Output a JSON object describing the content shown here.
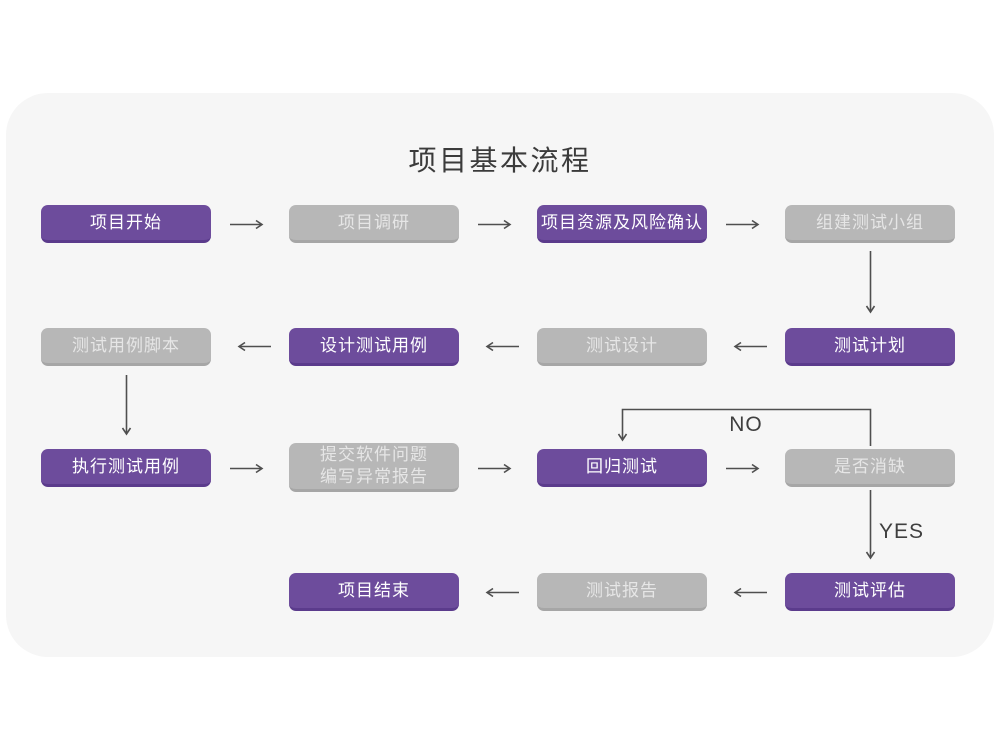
{
  "title": "项目基本流程",
  "colors": {
    "page_bg": "#ffffff",
    "card_bg": "#f6f6f6",
    "purple": "#6d4c9c",
    "purple_edge": "#5b3b8c",
    "purple_text": "#ffffff",
    "gray": "#b7b7b7",
    "gray_edge": "#a6a6a6",
    "gray_text": "#e6e6e6",
    "arrow": "#4f4f4f",
    "title_text": "#3b3b3b",
    "label_text": "#3f3f3f"
  },
  "nodes": [
    {
      "id": "project-start",
      "label": "项目开始",
      "variant": "purple"
    },
    {
      "id": "project-research",
      "label": "项目调研",
      "variant": "gray"
    },
    {
      "id": "resource-risk-confirm",
      "label": "项目资源及风险确认",
      "variant": "purple"
    },
    {
      "id": "build-test-team",
      "label": "组建测试小组",
      "variant": "gray"
    },
    {
      "id": "test-case-script",
      "label": "测试用例脚本",
      "variant": "gray"
    },
    {
      "id": "design-test-case",
      "label": "设计测试用例",
      "variant": "purple"
    },
    {
      "id": "test-design",
      "label": "测试设计",
      "variant": "gray"
    },
    {
      "id": "test-plan",
      "label": "测试计划",
      "variant": "purple"
    },
    {
      "id": "execute-test-case",
      "label": "执行测试用例",
      "variant": "purple"
    },
    {
      "id": "submit-issue-report",
      "label": "提交软件问题",
      "label2": "编写异常报告",
      "variant": "gray"
    },
    {
      "id": "regression-test",
      "label": "回归测试",
      "variant": "purple"
    },
    {
      "id": "defect-cleared",
      "label": "是否消缺",
      "variant": "gray"
    },
    {
      "id": "project-end",
      "label": "项目结束",
      "variant": "purple"
    },
    {
      "id": "test-report",
      "label": "测试报告",
      "variant": "gray"
    },
    {
      "id": "test-evaluation",
      "label": "测试评估",
      "variant": "purple"
    }
  ],
  "edges": [
    {
      "from": "project-start",
      "to": "project-research"
    },
    {
      "from": "project-research",
      "to": "resource-risk-confirm"
    },
    {
      "from": "resource-risk-confirm",
      "to": "build-test-team"
    },
    {
      "from": "build-test-team",
      "to": "test-plan"
    },
    {
      "from": "test-plan",
      "to": "test-design"
    },
    {
      "from": "test-design",
      "to": "design-test-case"
    },
    {
      "from": "design-test-case",
      "to": "test-case-script"
    },
    {
      "from": "test-case-script",
      "to": "execute-test-case"
    },
    {
      "from": "execute-test-case",
      "to": "submit-issue-report"
    },
    {
      "from": "submit-issue-report",
      "to": "regression-test"
    },
    {
      "from": "regression-test",
      "to": "defect-cleared"
    },
    {
      "from": "defect-cleared",
      "to": "regression-test",
      "label": "NO"
    },
    {
      "from": "defect-cleared",
      "to": "test-evaluation",
      "label": "YES"
    },
    {
      "from": "test-evaluation",
      "to": "test-report"
    },
    {
      "from": "test-report",
      "to": "project-end"
    }
  ]
}
